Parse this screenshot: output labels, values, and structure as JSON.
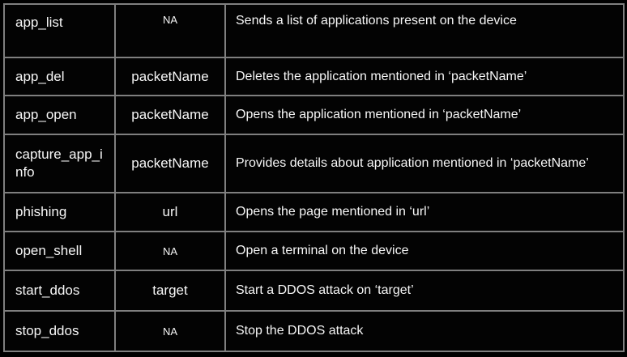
{
  "colors": {
    "background": "#000000",
    "cell_background": "#030303",
    "border": "#7f7f7f",
    "text": "#f7f7f7"
  },
  "table": {
    "rows": [
      {
        "command": "app_list",
        "parameter": "NA",
        "parameter_small": true,
        "description": "Sends a list of applications present on the device"
      },
      {
        "command": "app_del",
        "parameter": "packetName",
        "parameter_small": false,
        "description": "Deletes the application mentioned in ‘packetName’"
      },
      {
        "command": "app_open",
        "parameter": "packetName",
        "parameter_small": false,
        "description": "Opens the application mentioned in ‘packetName’"
      },
      {
        "command": "capture_app_info",
        "parameter": "packetName",
        "parameter_small": false,
        "description": "Provides details about application mentioned in ‘packetName’"
      },
      {
        "command": "phishing",
        "parameter": "url",
        "parameter_small": false,
        "description": "Opens the page mentioned in ‘url’"
      },
      {
        "command": "open_shell",
        "parameter": "NA",
        "parameter_small": true,
        "description": "Open a terminal on the device"
      },
      {
        "command": "start_ddos",
        "parameter": "target",
        "parameter_small": false,
        "description": "Start a DDOS attack on ‘target’"
      },
      {
        "command": "stop_ddos",
        "parameter": "NA",
        "parameter_small": true,
        "description": "Stop the DDOS attack"
      }
    ]
  }
}
